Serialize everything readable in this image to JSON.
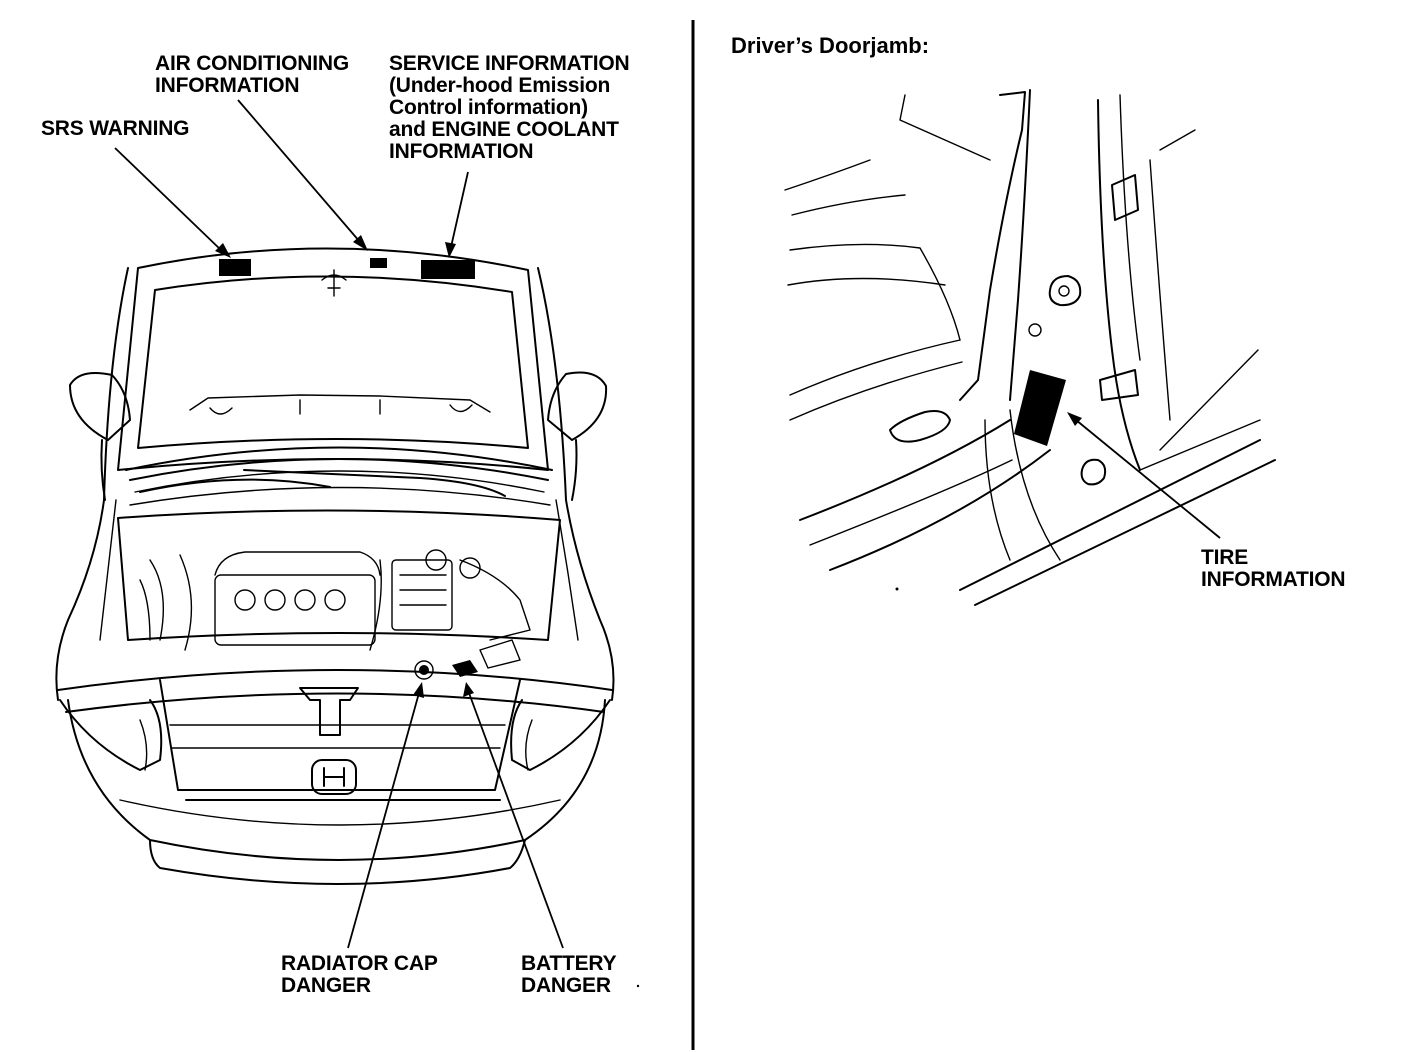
{
  "labels": {
    "air_conditioning": [
      "AIR CONDITIONING",
      "INFORMATION"
    ],
    "srs_warning": [
      "SRS WARNING"
    ],
    "service_information": [
      "SERVICE INFORMATION",
      "(Under-hood Emission",
      "Control information)",
      "and ENGINE COOLANT",
      "INFORMATION"
    ],
    "radiator_cap": [
      "RADIATOR CAP",
      "DANGER"
    ],
    "battery": [
      "BATTERY",
      "DANGER"
    ],
    "tire_information": [
      "TIRE",
      "INFORMATION"
    ]
  },
  "doorjamb_heading": "Driver’s Doorjamb:"
}
